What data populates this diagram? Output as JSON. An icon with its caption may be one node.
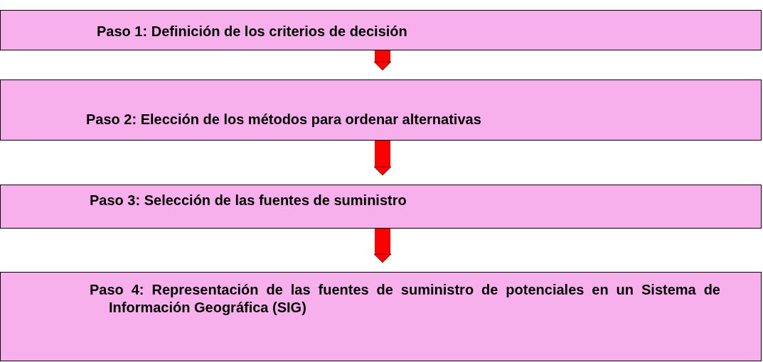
{
  "diagram": {
    "nodes": [
      {
        "text": [
          "Paso 1: Definición de los criterios de decisión"
        ]
      },
      {
        "text": [
          "Paso 2: Elección de los métodos para ordenar alternativas"
        ]
      },
      {
        "text": [
          "Paso 3: Selección de las fuentes de suministro"
        ]
      },
      {
        "text": [
          "Paso 4: Representación de las fuentes de suministro de potenciales en un Sistema de Información Geográfica (SIG)"
        ]
      }
    ],
    "edges": [
      {
        "from": 0,
        "to": 1,
        "arrow": "to"
      },
      {
        "from": 1,
        "to": 2,
        "arrow": "to"
      },
      {
        "from": 2,
        "to": 3,
        "arrow": "to"
      }
    ]
  }
}
